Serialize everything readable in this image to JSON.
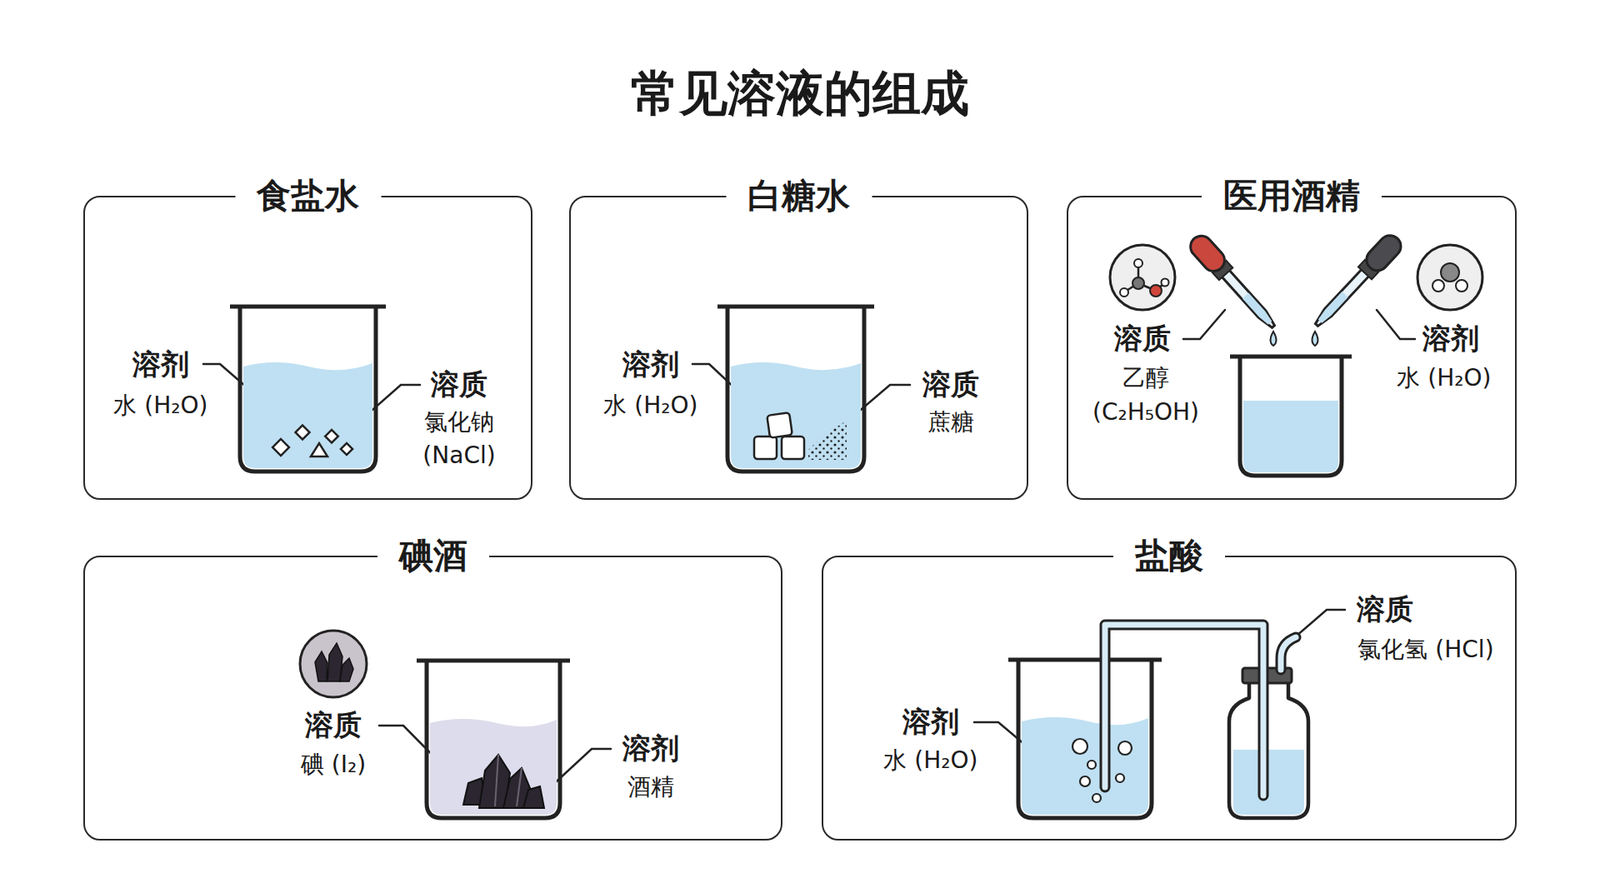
{
  "diagram": {
    "title": "常见溶液的组成",
    "nodes": [
      {
        "text": [
          "食盐水"
        ]
      },
      {
        "text": [
          "白糖水"
        ]
      },
      {
        "text": [
          "医用酒精"
        ]
      },
      {
        "text": [
          "碘酒"
        ]
      },
      {
        "text": [
          "盐酸"
        ]
      }
    ],
    "labels": [
      "溶剂",
      "水 (H₂O)",
      "溶质",
      "氯化钠",
      "(NaCl)",
      "溶剂",
      "水 (H₂O)",
      "溶质",
      "蔗糖",
      "溶质",
      "乙醇",
      "(C₂H₅OH)",
      "溶剂",
      "水 (H₂O)",
      "溶质",
      "碘 (I₂)",
      "溶剂",
      "酒精",
      "溶质",
      "氯化氢 (HCl)",
      "溶剂",
      "水 (H₂O)"
    ]
  }
}
